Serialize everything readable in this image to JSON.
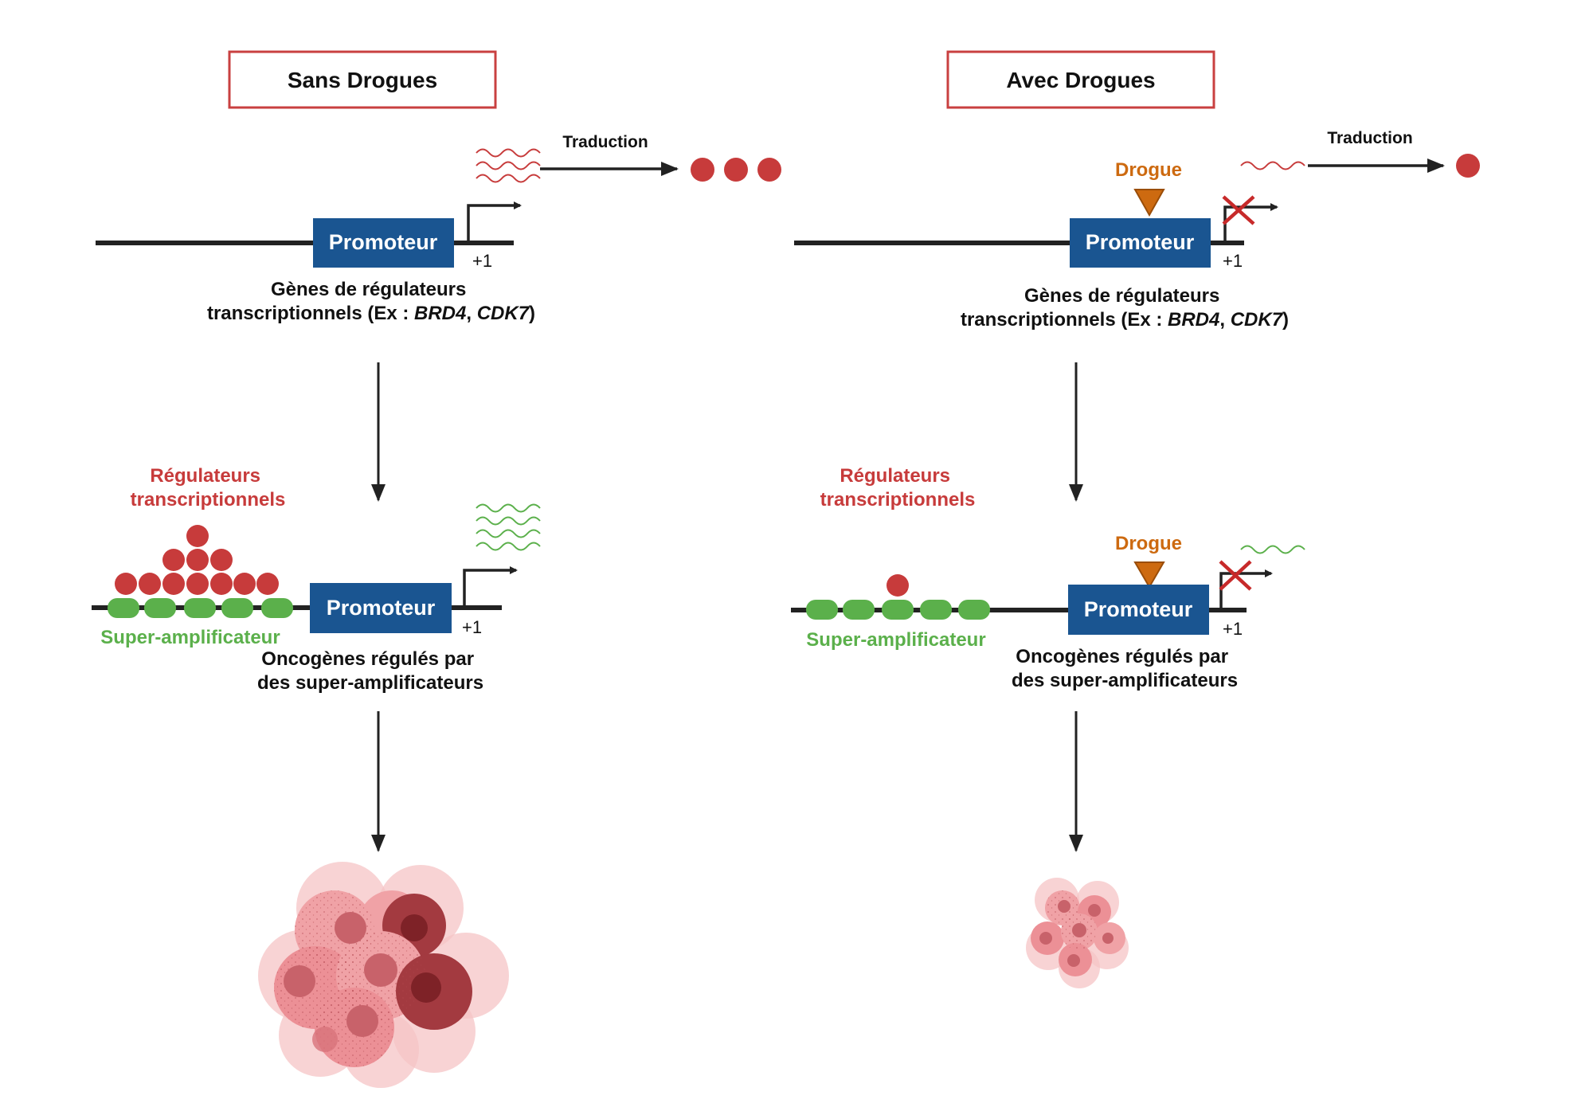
{
  "colors": {
    "line": "#222222",
    "promoter": "#1a5591",
    "protein_red": "#c73b3b",
    "enhancer_green": "#5bb04b",
    "drug_orange": "#cd6a10",
    "box_border": "#c94040",
    "cell_light": "#f2a0a4",
    "cell_dark": "#a33a40"
  },
  "panels": {
    "left": {
      "title": "Sans Drogues",
      "gene1": {
        "translation": "Traduction",
        "promoter": "Promoteur",
        "tss": "+1",
        "caption_line1": "Gènes de régulateurs",
        "caption_line2_prefix": "transcriptionnels (Ex : ",
        "gene_a": "BRD4",
        "sep": ", ",
        "gene_b": "CDK7",
        "caption_line2_suffix": ")"
      },
      "gene2": {
        "regulators_line1": "Régulateurs",
        "regulators_line2": "transcriptionnels",
        "enhancer": "Super-amplificateur",
        "promoter": "Promoteur",
        "tss": "+1",
        "caption_line1": "Oncogènes régulés par",
        "caption_line2": "des super-amplificateurs"
      }
    },
    "right": {
      "title": "Avec Drogues",
      "gene1": {
        "translation": "Traduction",
        "drug": "Drogue",
        "promoter": "Promoteur",
        "tss": "+1",
        "caption_line1": "Gènes de régulateurs",
        "caption_line2_prefix": "transcriptionnels (Ex : ",
        "gene_a": "BRD4",
        "sep": ", ",
        "gene_b": "CDK7",
        "caption_line2_suffix": ")"
      },
      "gene2": {
        "regulators_line1": "Régulateurs",
        "regulators_line2": "transcriptionnels",
        "drug": "Drogue",
        "enhancer": "Super-amplificateur",
        "promoter": "Promoteur",
        "tss": "+1",
        "caption_line1": "Oncogènes régulés par",
        "caption_line2": "des super-amplificateurs"
      }
    }
  }
}
